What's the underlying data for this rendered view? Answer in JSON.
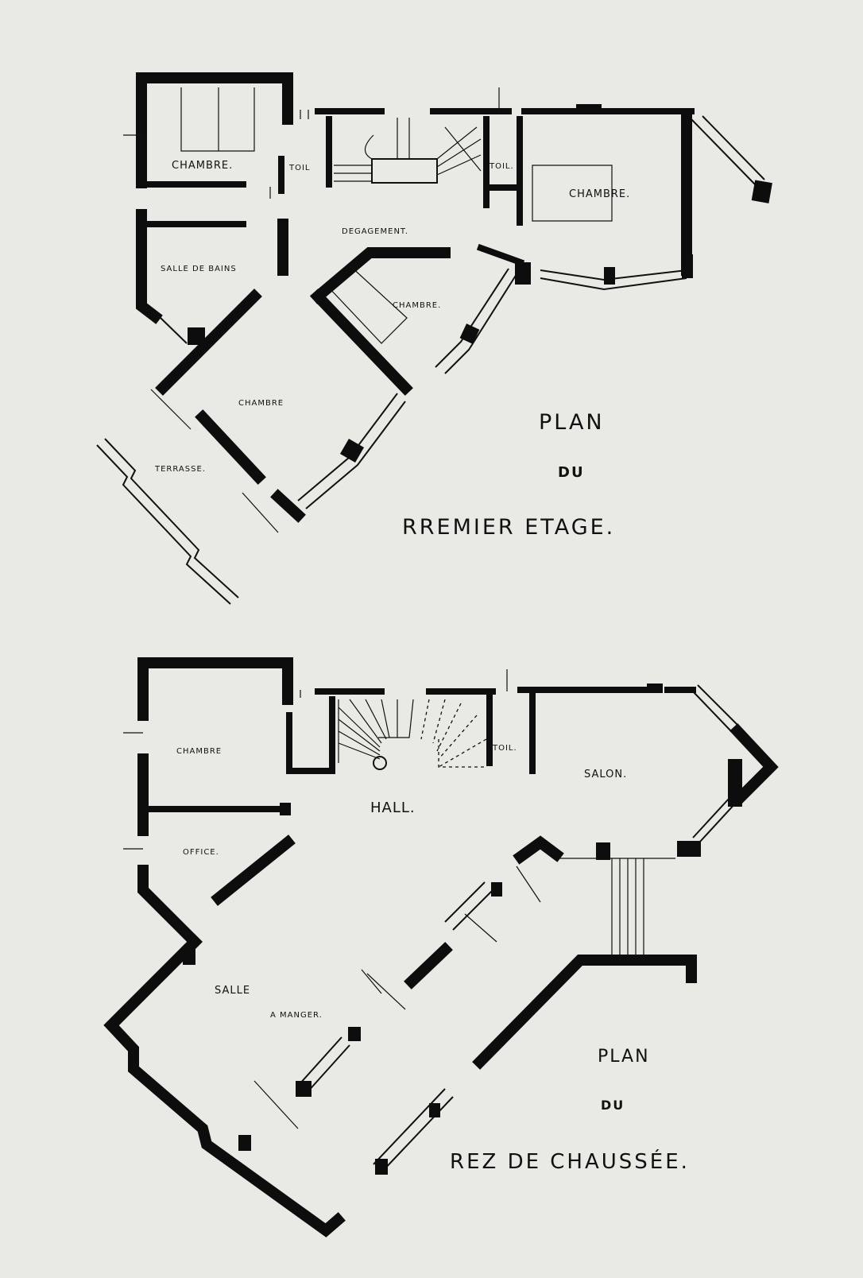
{
  "upper_plan": {
    "title_line1": "PLAN",
    "title_line2": "DU",
    "title_line3": "RREMIER ETAGE.",
    "rooms": {
      "chambre_nw": "CHAMBRE.",
      "toil_1": "TOIL",
      "toil_2": "TOIL.",
      "chambre_ne": "CHAMBRE.",
      "degagement": "DEGAGEMENT.",
      "salle_de_bains": "SALLE DE BAINS",
      "chambre_mid": "CHAMBRE.",
      "chambre_sw": "CHAMBRE",
      "terrasse": "TERRASSE."
    }
  },
  "lower_plan": {
    "title_line1": "PLAN",
    "title_line2": "DU",
    "title_line3": "REZ DE CHAUSSÉE.",
    "rooms": {
      "chambre": "CHAMBRE",
      "toil": "TOIL.",
      "salon": "SALON.",
      "hall": "HALL.",
      "office": "OFFICE.",
      "salle_a": "SALLE",
      "a_manger": "A MANGER."
    }
  }
}
